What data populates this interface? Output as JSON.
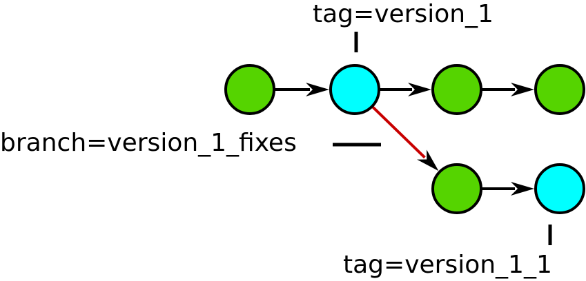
{
  "diagram": {
    "labels": {
      "tag_top": "tag=version_1",
      "branch": "branch=version_1_fixes",
      "tag_bottom": "tag=version_1_1"
    },
    "colors": {
      "commit": "#55d400",
      "tagged_commit": "#00ffff",
      "edge": "#000000",
      "branch_edge": "#c80000",
      "stroke": "#000000"
    },
    "commits": [
      {
        "id": "c1",
        "row": "main",
        "tagged": false
      },
      {
        "id": "c2",
        "row": "main",
        "tagged": true
      },
      {
        "id": "c3",
        "row": "main",
        "tagged": false
      },
      {
        "id": "c4",
        "row": "main",
        "tagged": false
      },
      {
        "id": "b1",
        "row": "branch",
        "tagged": false
      },
      {
        "id": "b2",
        "row": "branch",
        "tagged": true
      }
    ],
    "edges": [
      {
        "from": "c1",
        "to": "c2",
        "kind": "main"
      },
      {
        "from": "c2",
        "to": "c3",
        "kind": "main"
      },
      {
        "from": "c3",
        "to": "c4",
        "kind": "main"
      },
      {
        "from": "c2",
        "to": "b1",
        "kind": "branch"
      },
      {
        "from": "b1",
        "to": "b2",
        "kind": "main"
      }
    ]
  }
}
